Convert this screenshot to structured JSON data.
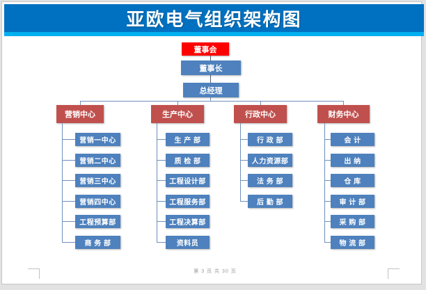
{
  "page": {
    "title": "亚欧电气组织架构图",
    "footer": "第 3 页 共 30 页"
  },
  "org_chart": {
    "root": "董事会",
    "level2": "董事长",
    "level3": "总经理",
    "branches": [
      {
        "name": "营销中心",
        "children": [
          "营销一中心",
          "营销二中心",
          "营销三中心",
          "营销四中心",
          "工程预算部",
          "商 务 部"
        ]
      },
      {
        "name": "生产中心",
        "children": [
          "生 产 部",
          "质 检 部",
          "工程设计部",
          "工程服务部",
          "工程决算部",
          "资料员"
        ]
      },
      {
        "name": "行政中心",
        "children": [
          "行 政 部",
          "人力资源部",
          "法 务 部",
          "后 勤 部"
        ]
      },
      {
        "name": "财务中心",
        "children": [
          "会 计",
          "出 纳",
          "仓 库",
          "审 计 部",
          "采 购 部",
          "物 流 部"
        ]
      }
    ]
  },
  "colors": {
    "banner_blue": "#0070C0",
    "banner_strip_cyan": "#00B0F0",
    "root_red": "#FE0000",
    "branch_red": "#C0504D",
    "node_blue": "#4E81BD",
    "connector_blue": "#6E8FBC",
    "connector_dark": "#4E5B73",
    "page_background": "#FFFFFF",
    "outer_background": "#E2E2E2"
  }
}
